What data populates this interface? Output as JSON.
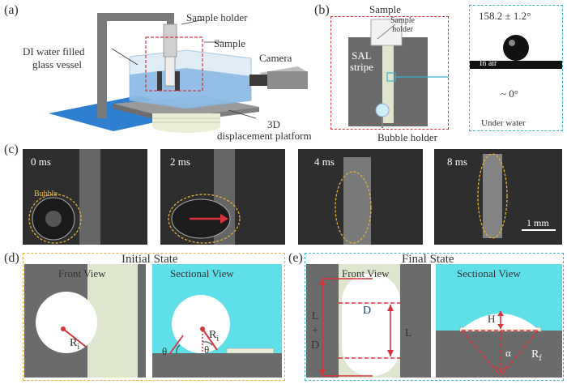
{
  "panels": {
    "a": {
      "label": "(a)",
      "sample_holder": "Sample holder",
      "sample": "Sample",
      "vessel_l1": "DI water filled",
      "vessel_l2": "glass vessel",
      "camera": "Camera",
      "platform_l1": "3D",
      "platform_l2": "displacement platform"
    },
    "b": {
      "label": "(b)",
      "sample": "Sample",
      "sample_holder_l1": "Sample",
      "sample_holder_l2": "holder",
      "sal_l1": "SAL",
      "sal_l2": "stripe",
      "bubble_holder": "Bubble holder",
      "contact_angle": "158.2 ± 1.2°",
      "in_air": "In air",
      "approx_zero": "~ 0°",
      "under_water": "Under water"
    },
    "c": {
      "label": "(c)",
      "frames": [
        "0 ms",
        "2 ms",
        "4 ms",
        "8 ms"
      ],
      "bubble": "Bubble",
      "scale": "1 mm"
    },
    "d": {
      "label": "(d)",
      "title": "Initial State",
      "front": "Front View",
      "section": "Sectional View",
      "r_main": "R",
      "r_sub": "i",
      "theta": "θ"
    },
    "e": {
      "label": "(e)",
      "title": "Final State",
      "front": "Front View",
      "section": "Sectional View",
      "L1": "L",
      "plus": "+",
      "D1": "D",
      "D2": "D",
      "L2": "L",
      "H": "H",
      "alpha": "α",
      "r_main": "R",
      "r_sub": "f"
    }
  },
  "colors": {
    "red": "#d9333b",
    "yellow": "#e5b23a",
    "cyan": "#5fe0e8",
    "gray": "#6b6b6b",
    "stripe": "#dfe6cf",
    "blue_accent": "#37b6c8"
  }
}
